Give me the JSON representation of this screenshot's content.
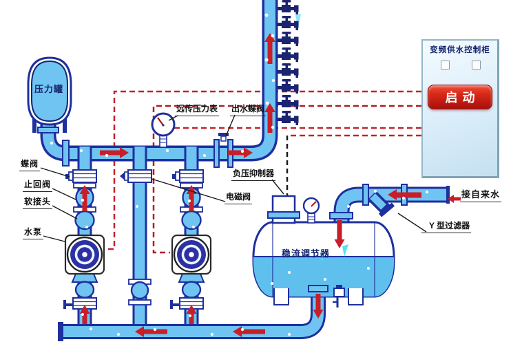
{
  "labels": {
    "pressure_tank": "压力罐",
    "butterfly_valve": "蝶阀",
    "check_valve": "止回阀",
    "flexible_joint": "软接头",
    "water_pump": "水泵",
    "remote_pressure_gauge": "远传压力表",
    "outlet_butterfly_valve": "出水蝶阀",
    "negative_pressure_suppressor": "负压抑制器",
    "solenoid_valve": "电磁阀",
    "flow_regulator": "稳流调节器",
    "tap_water_inlet": "接自来水",
    "y_type_filter": "Y 型过滤器"
  },
  "cabinet": {
    "title": "变频供水控制柜",
    "start_button": "启动"
  },
  "colors": {
    "pipe_fill": "#6fc4f2",
    "pipe_border": "#1e2f9e",
    "water_fill": "#5fc0ee",
    "arrow_red": "#c81e28",
    "signal_dash_red": "#c2222a",
    "signal_dash_black": "#1a1a1a",
    "impeller_navy": "#2b31a5",
    "button_red": "#c3131a",
    "spray_cyan": "#86e9f4",
    "cabinet_bg": "#d9edf8"
  }
}
